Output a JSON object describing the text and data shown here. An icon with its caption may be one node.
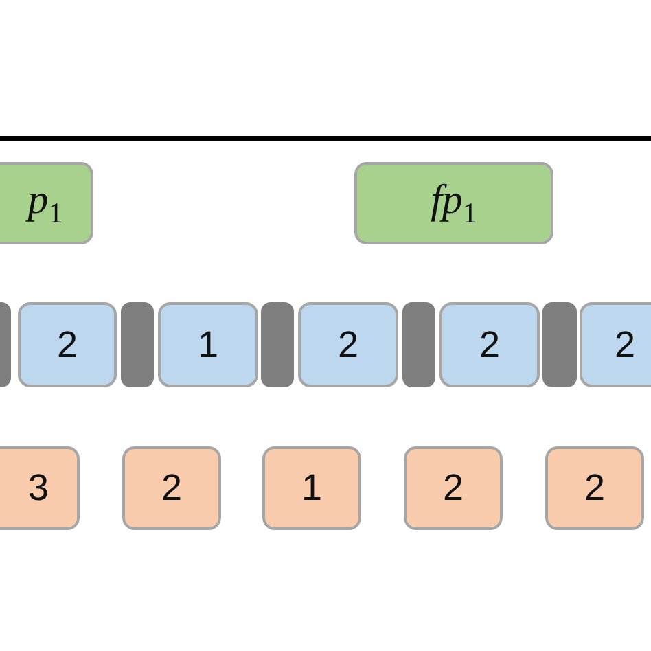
{
  "diagram": {
    "nodes": [
      {
        "text": [
          "*p*$_{1}$"
        ]
      },
      {
        "text": [
          "*fp*$_{1}$"
        ]
      },
      {
        "text": [],
        "shape": "bar"
      },
      {
        "text": [
          "2"
        ]
      },
      {
        "text": [],
        "shape": "bar"
      },
      {
        "text": [
          "1"
        ]
      },
      {
        "text": [],
        "shape": "bar"
      },
      {
        "text": [
          "2"
        ]
      },
      {
        "text": [],
        "shape": "bar"
      },
      {
        "text": [
          "2"
        ]
      },
      {
        "text": [],
        "shape": "bar"
      },
      {
        "text": [
          "2"
        ]
      },
      {
        "text": [
          "3"
        ]
      },
      {
        "text": [
          "2"
        ]
      },
      {
        "text": [
          "1"
        ]
      },
      {
        "text": [
          "2"
        ]
      },
      {
        "text": [
          "2"
        ]
      }
    ]
  }
}
